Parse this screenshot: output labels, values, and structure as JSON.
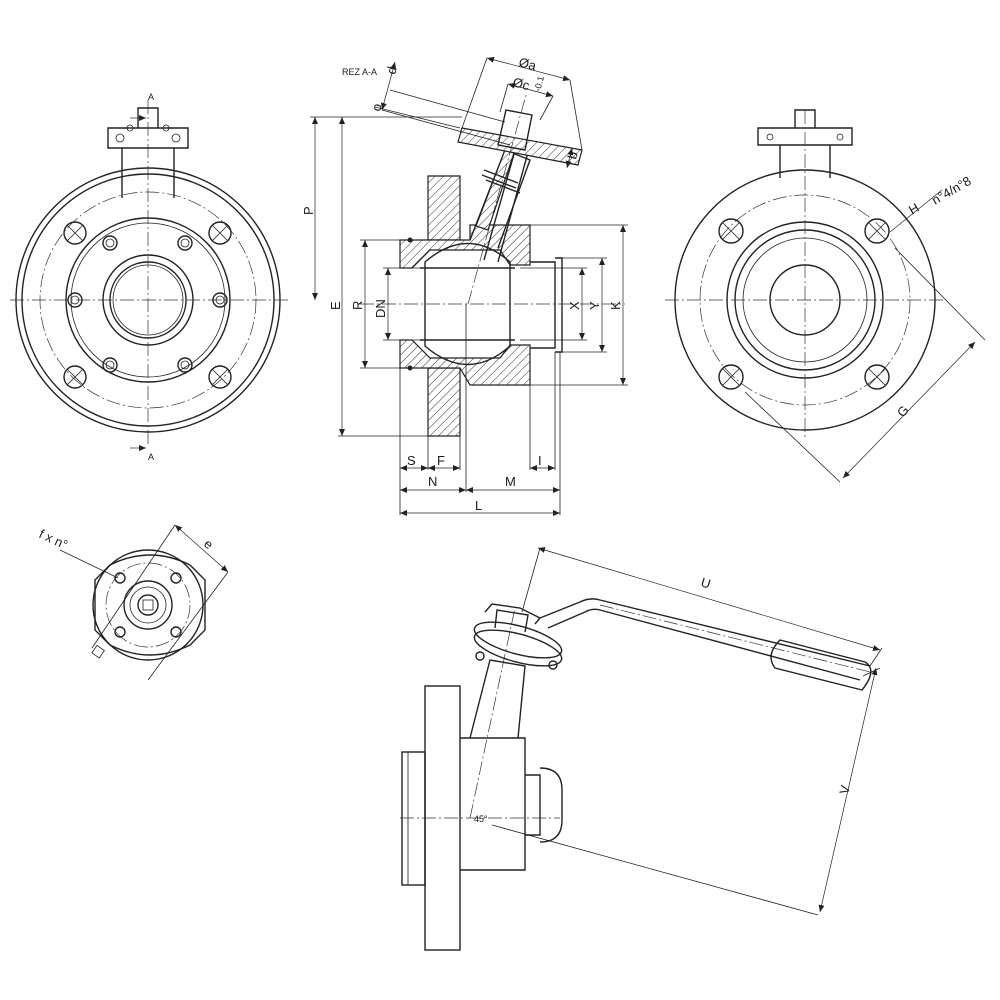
{
  "section_label": "REZ A-A",
  "section_marks": [
    "A",
    "A"
  ],
  "dimensions": {
    "a": "Øa",
    "c": "Øc",
    "c_tol": "-0.1",
    "d": "d",
    "o": "o",
    "b": "b",
    "P": "P",
    "E": "E",
    "R": "R",
    "DN": "DN",
    "X": "X",
    "Y": "Y",
    "K": "K",
    "S": "S",
    "F": "F",
    "I": "I",
    "N": "N",
    "M": "M",
    "L": "L",
    "H": "H",
    "holes": "n°4/n°8",
    "G": "G",
    "f_x_n": "f x n°",
    "e": "e",
    "U": "U",
    "V": "V"
  },
  "angle_mark": "45°"
}
